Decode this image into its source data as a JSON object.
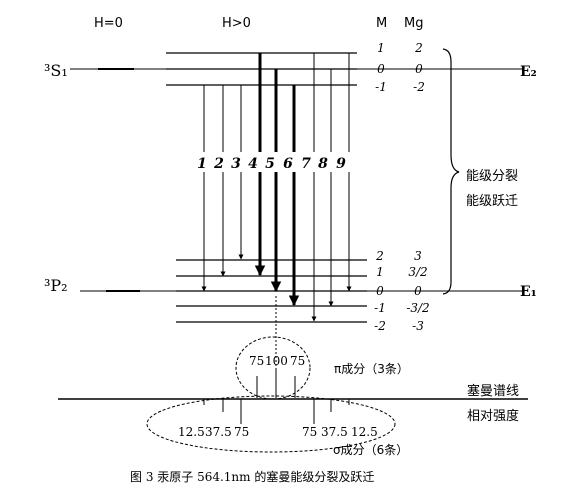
{
  "header": {
    "h0_label": "H=0",
    "hpos_label": "H>0",
    "m_label": "M",
    "mg_label": "Mg"
  },
  "upper_level": {
    "term": "³S₁",
    "energy": "E₂",
    "sublevels": [
      {
        "m": "1",
        "mg": "2"
      },
      {
        "m": "0",
        "mg": "0"
      },
      {
        "m": "-1",
        "mg": "-2"
      }
    ]
  },
  "lower_level": {
    "term": "³P₂",
    "energy": "E₁",
    "sublevels": [
      {
        "m": "2",
        "mg": "3"
      },
      {
        "m": "1",
        "mg": "3/2"
      },
      {
        "m": "0",
        "mg": "0"
      },
      {
        "m": "-1",
        "mg": "-3/2"
      },
      {
        "m": "-2",
        "mg": "-3"
      }
    ]
  },
  "transitions": [
    "1",
    "2",
    "3",
    "4",
    "5",
    "6",
    "7",
    "8",
    "9"
  ],
  "bracket_labels": [
    "能级分裂",
    "能级跃迁"
  ],
  "pi_component": {
    "values": [
      "75",
      "100",
      "75"
    ],
    "label": "π成分（3条）"
  },
  "sigma_component": {
    "left_values": [
      "12.5",
      "37.5",
      "75"
    ],
    "right_values": [
      "75",
      "37.5",
      "12.5"
    ],
    "label": "σ成分（6条）"
  },
  "right_labels": [
    "塞曼谱线",
    "相对强度"
  ],
  "caption": "图 3   汞原子 564.1nm 的塞曼能级分裂及跃迁"
}
